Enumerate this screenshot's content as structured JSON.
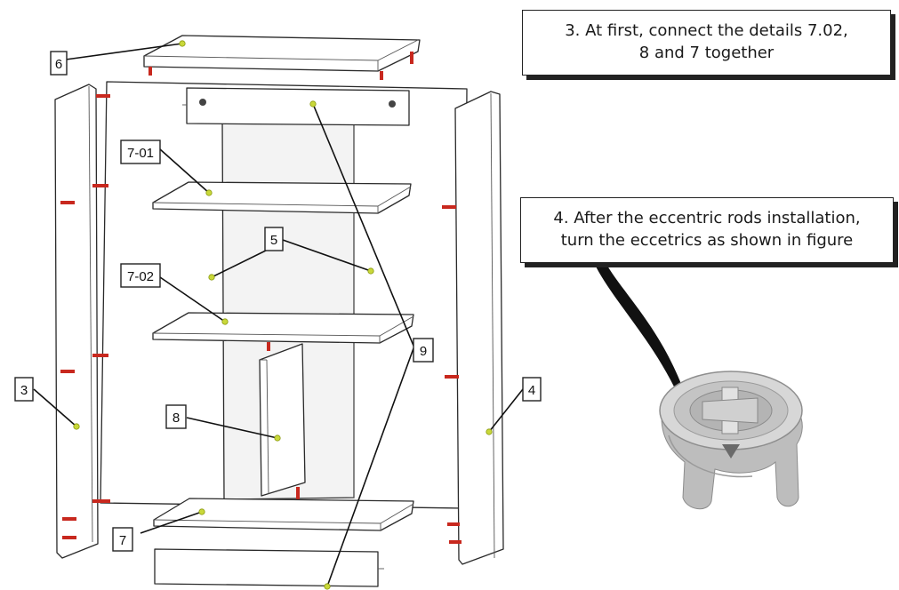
{
  "instructions": [
    {
      "id": "note3",
      "text": "3. At first, connect the details 7.02,\n8 and 7 together"
    },
    {
      "id": "note4",
      "text": "4. After the eccentric rods installation,\nturn the eccetrics as shown in figure"
    }
  ],
  "part_labels": {
    "p6": "6",
    "p701": "7-01",
    "p702": "7-02",
    "p5": "5",
    "p9": "9",
    "p3": "3",
    "p4": "4",
    "p8": "8",
    "p7": "7"
  },
  "colors": {
    "peg": "#c8281e",
    "marker_dot": "#c9d83a",
    "outline": "#2a2a2a"
  },
  "icons": [
    "eccentric-cam-fitting-icon",
    "dowel-peg-icon"
  ]
}
